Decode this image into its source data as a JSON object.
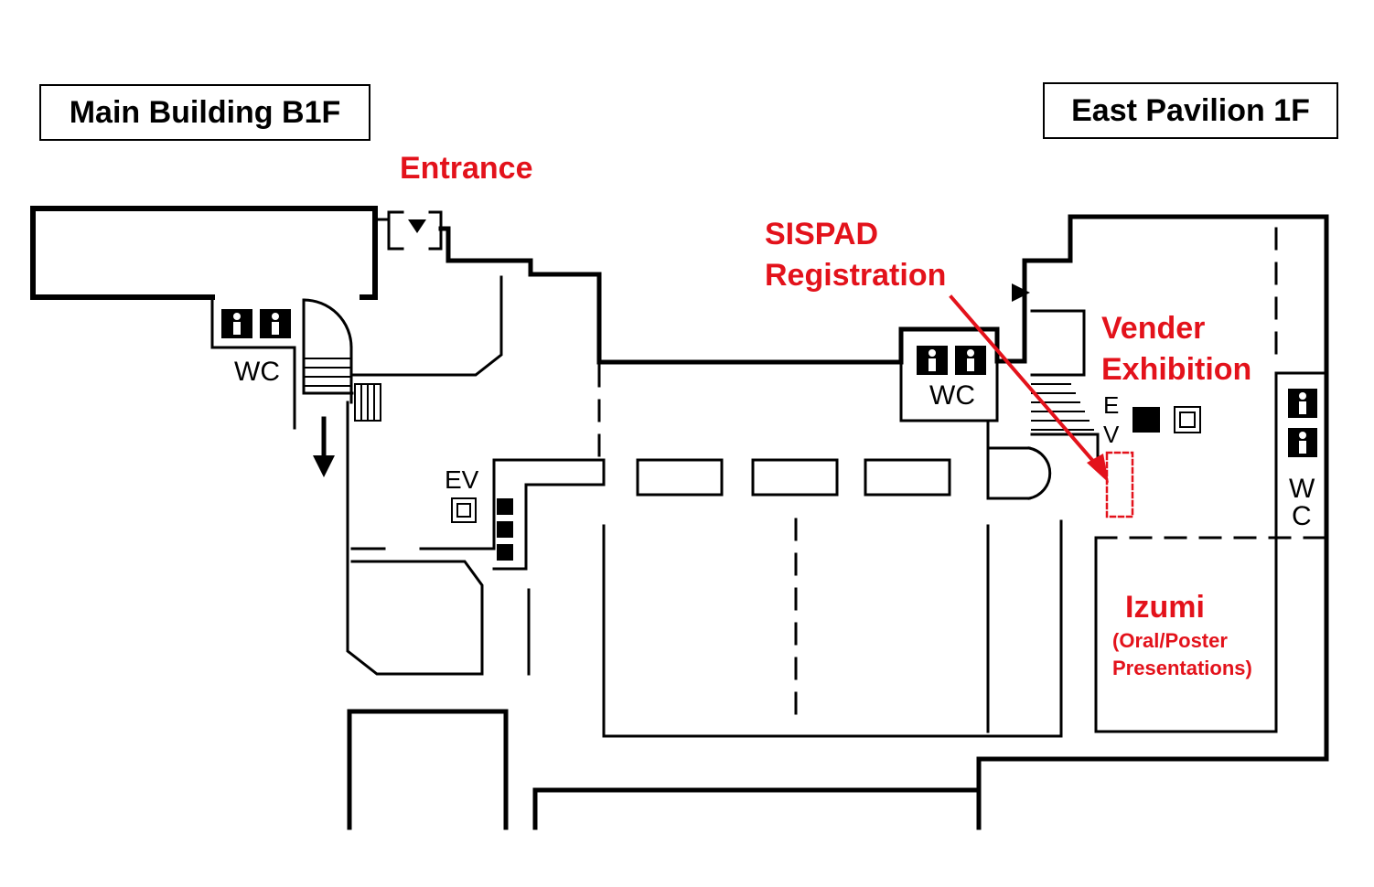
{
  "labels": {
    "main_building": "Main Building B1F",
    "east_pavilion": "East Pavilion 1F"
  },
  "annotations": {
    "entrance": "Entrance",
    "registration_line1": "SISPAD",
    "registration_line2": "Registration",
    "vender_line1": "Vender",
    "vender_line2": "Exhibition",
    "izumi": "Izumi",
    "izumi_sub1": "(Oral/Poster",
    "izumi_sub2": "Presentations)"
  },
  "facilities": {
    "wc_main": "WC",
    "wc_center": "WC",
    "wc_east_w": "W",
    "wc_east_c": "C",
    "ev_main": "EV",
    "ev_east_e": "E",
    "ev_east_v": "V"
  },
  "colors": {
    "annotation": "#e3121b",
    "walls": "#000000"
  }
}
